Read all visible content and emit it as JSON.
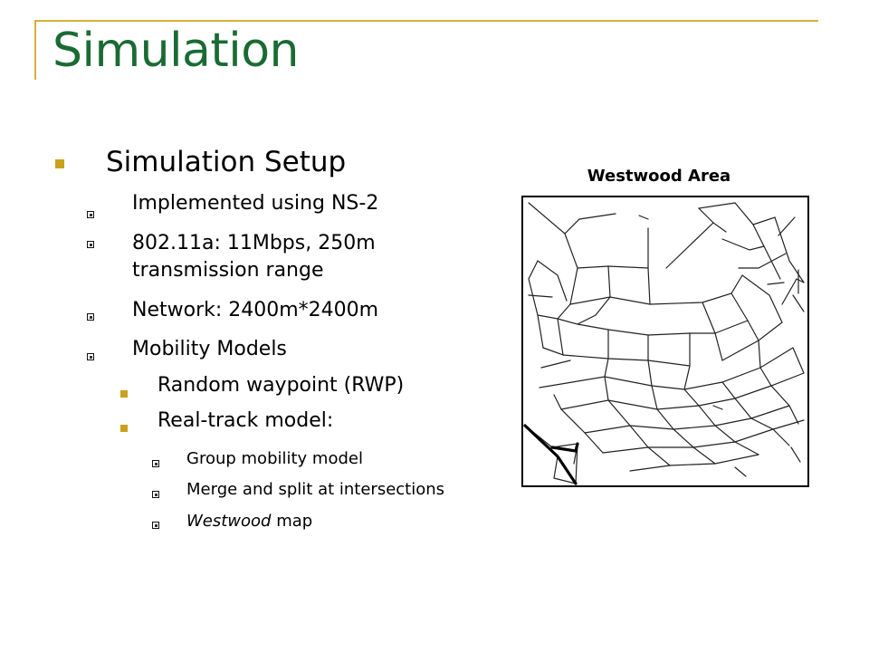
{
  "slide": {
    "title": "Simulation",
    "bullets": {
      "level1": "Simulation Setup",
      "implemented": "Implemented using NS-2",
      "radio_line1": "802.11a: 11Mbps, 250m",
      "radio_line2": "transmission range",
      "network": "Network: 2400m*2400m",
      "mobility": "Mobility Models",
      "rwp": "Random waypoint  (RWP)",
      "realtrack": "Real-track model:",
      "group": "Group mobility model",
      "merge": "Merge and split at intersections",
      "map_em": "Westwood",
      "map_rest": " map"
    },
    "figure": {
      "caption": "Westwood Area"
    }
  },
  "colors": {
    "title": "#1a6b33",
    "accent": "#d4b13a",
    "bullet": "#c8a21c"
  }
}
